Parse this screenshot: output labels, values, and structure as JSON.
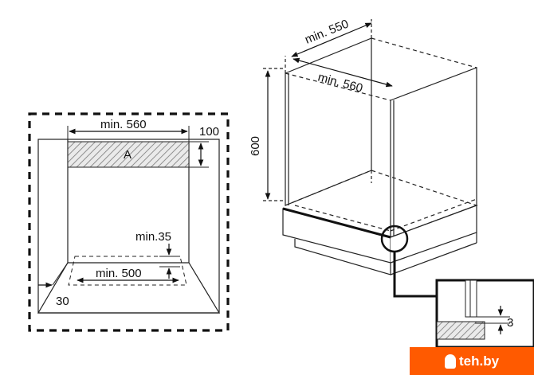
{
  "front_view": {
    "width_label": "min. 560",
    "height_label": "100",
    "panel_label": "A",
    "gap_label": "min.35",
    "floor_label": "min. 500",
    "corner_label": "30"
  },
  "iso_view": {
    "depth_label": "min. 550",
    "width_label": "min. 560",
    "height_label": "600"
  },
  "detail": {
    "gap_label": "3"
  },
  "watermark": {
    "text": "teh.by"
  }
}
